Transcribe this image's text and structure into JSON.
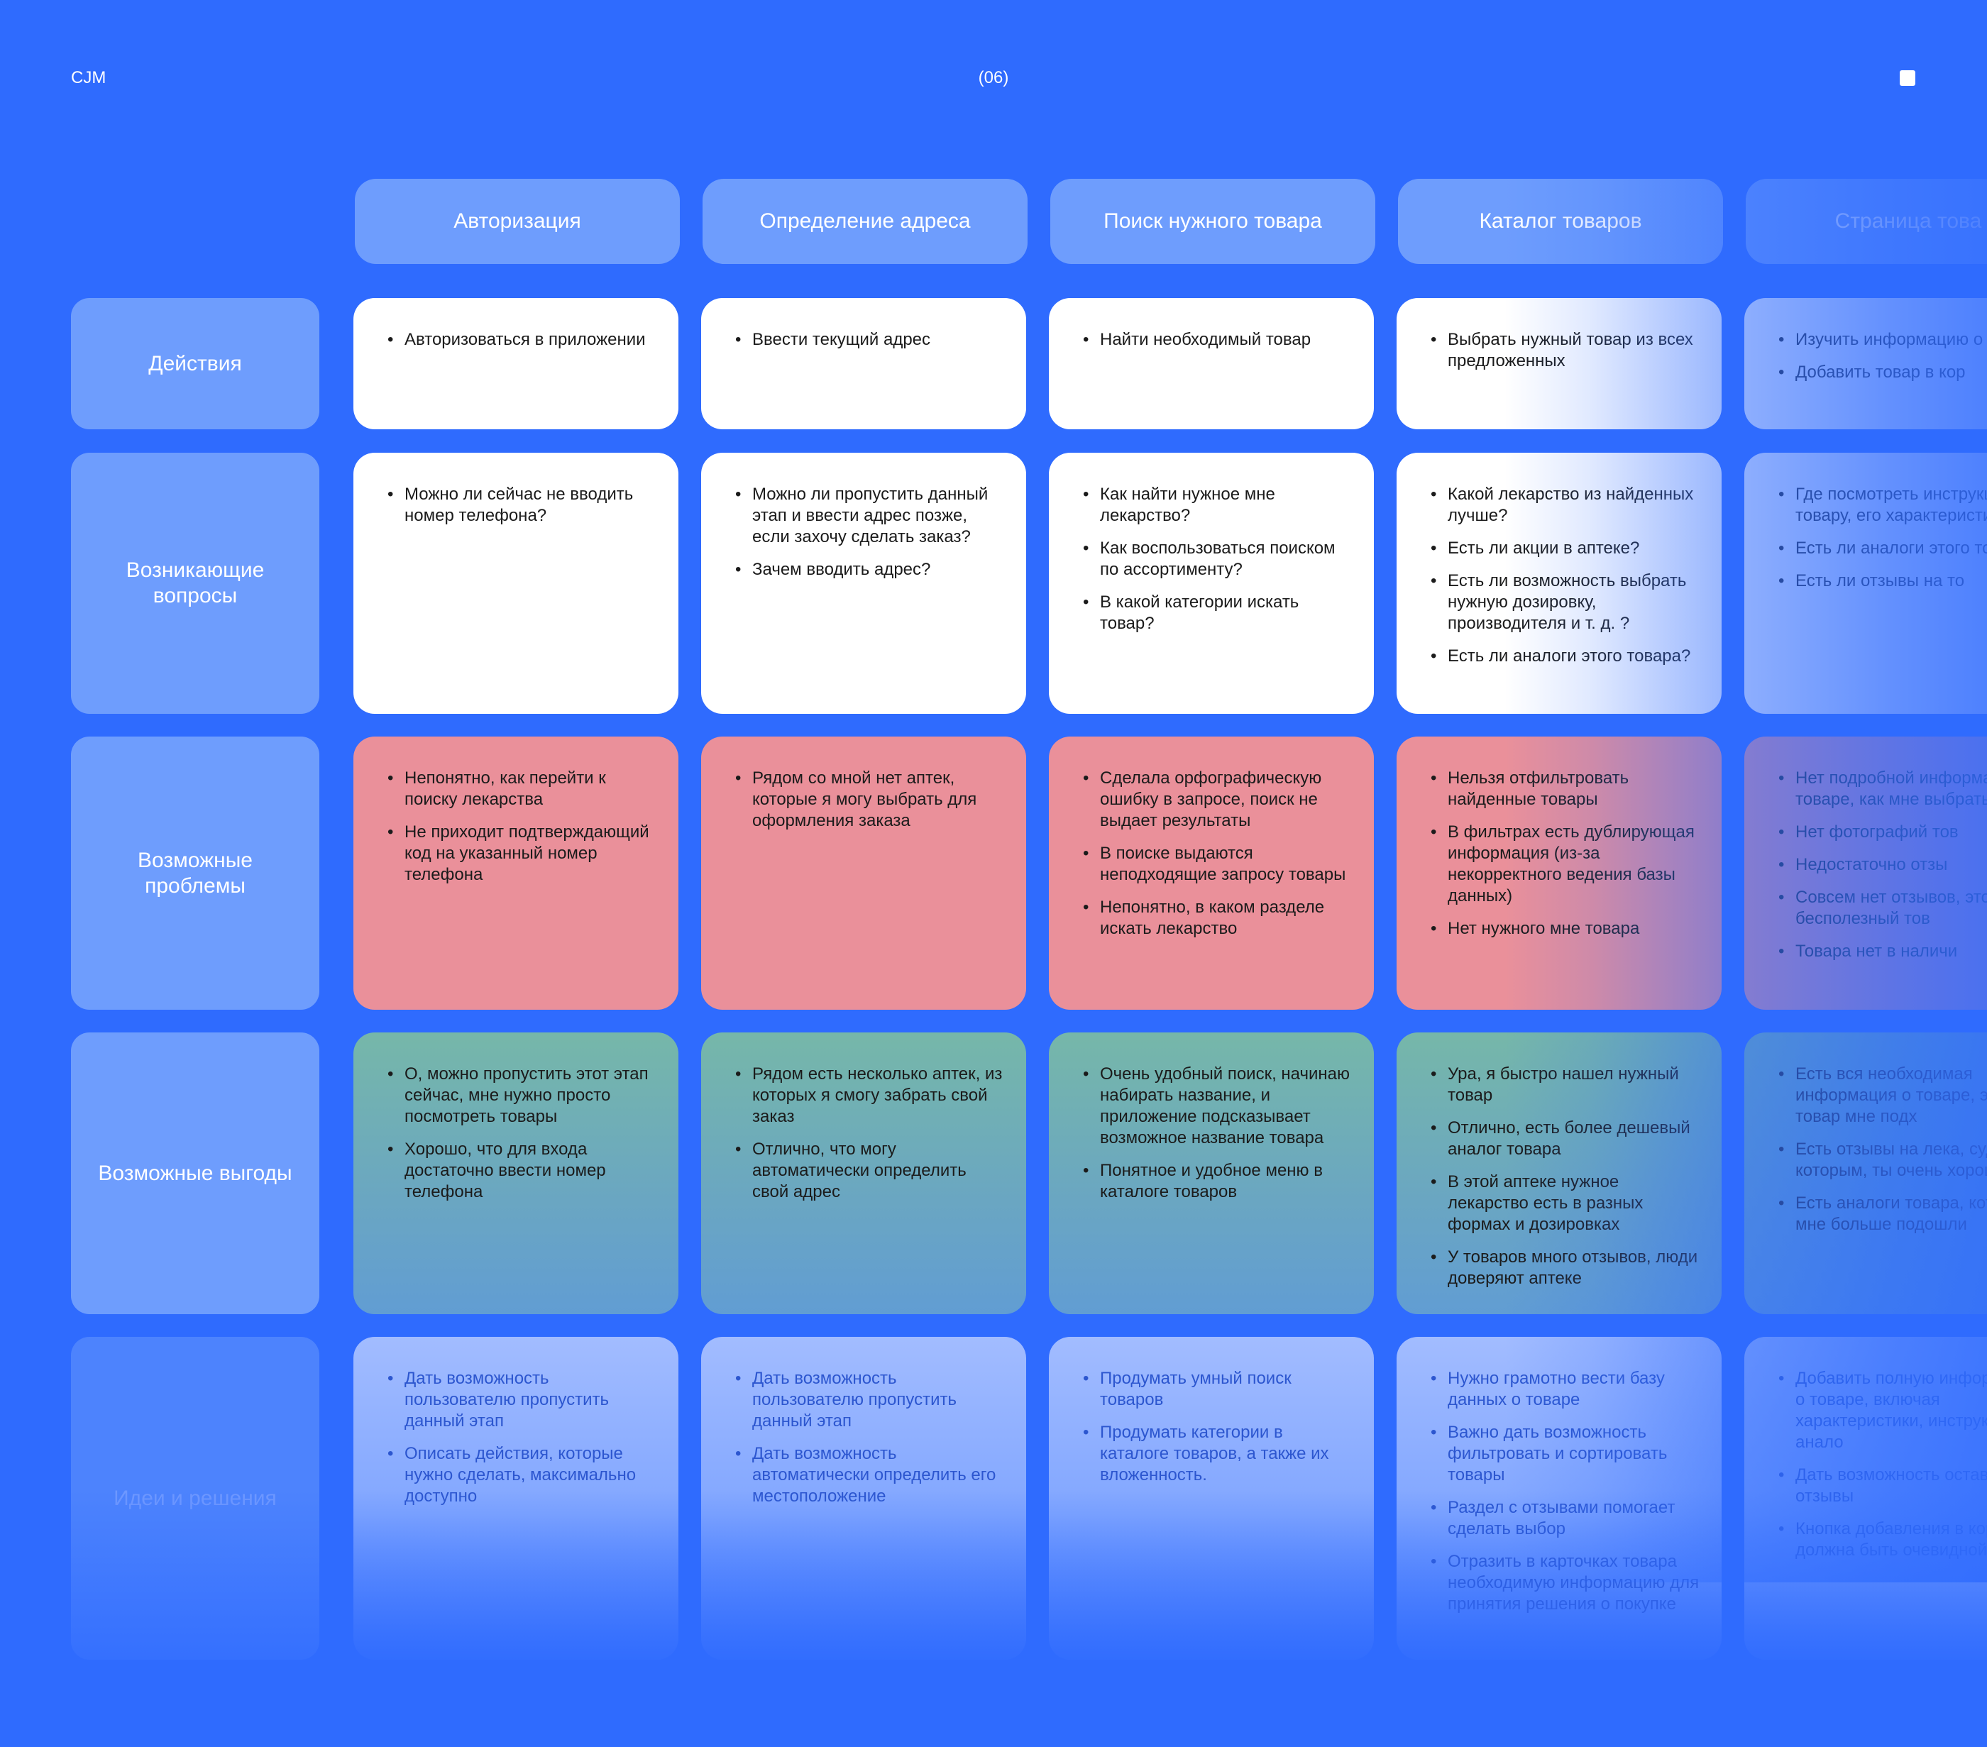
{
  "header": {
    "title": "CJM",
    "page_number": "(06)",
    "corner_icon": "square-icon"
  },
  "stages": [
    "Авторизация",
    "Определение адреса",
    "Поиск нужного товара",
    "Каталог товаров",
    "Страница това"
  ],
  "rows": {
    "actions": {
      "label": "Действия",
      "cards": [
        [
          "Авторизоваться в приложении"
        ],
        [
          "Ввести текущий адрес"
        ],
        [
          "Найти необходимый товар"
        ],
        [
          "Выбрать нужный товар из всех предложенных"
        ],
        [
          "Изучить информацию о товаре",
          "Добавить товар в кор"
        ]
      ]
    },
    "questions": {
      "label": "Возникающие вопросы",
      "cards": [
        [
          "Можно ли сейчас не вводить номер телефона?"
        ],
        [
          "Можно ли пропустить данный этап и ввести адрес позже, если захочу сделать заказ?",
          "Зачем вводить адрес?"
        ],
        [
          "Как найти нужное мне лекарство?",
          "Как воспользоваться поиском по ассортименту?",
          "В какой категории искать товар?"
        ],
        [
          "Какой лекарство из найденных лучше?",
          "Есть ли акции в аптеке?",
          "Есть ли возможность выбрать нужную дозировку, производителя и т. д. ?",
          "Есть ли аналоги этого товара?"
        ],
        [
          "Где посмотреть инструкцию к товару, его характеристики?",
          "Есть ли аналоги этого товара?",
          "Есть ли отзывы на то"
        ]
      ]
    },
    "problems": {
      "label": "Возможные проблемы",
      "cards": [
        [
          "Непонятно, как перейти к поиску лекарства",
          "Не приходит подтверждающий код на указанный номер телефона"
        ],
        [
          "Рядом со мной нет аптек, которые я могу выбрать для оформления заказа"
        ],
        [
          "Сделала орфографическую ошибку в запросе, поиск не выдает результаты",
          "В поиске выдаются неподходящие запросу товары",
          "Непонятно, в каком разделе искать лекарство"
        ],
        [
          "Нельзя отфильтровать найденные товары",
          "В фильтрах есть дублирующая информация (из-за некорректного ведения базы данных)",
          "Нет нужного мне товара"
        ],
        [
          "Нет подробной информации о товаре, как мне выбрать тов",
          "Нет фотографий тов",
          "Недостаточно отзы",
          "Совсем нет отзывов, это бесполезный тов",
          "Товара нет в наличи"
        ]
      ]
    },
    "benefits": {
      "label": "Возможные выгоды",
      "cards": [
        [
          "О, можно пропустить этот этап сейчас, мне нужно просто посмотреть товары",
          "Хорошо, что для входа достаточно ввести номер телефона"
        ],
        [
          "Рядом есть несколько аптек, из которых я смогу забрать свой заказ",
          "Отлично, что могу автоматически определить свой адрес"
        ],
        [
          "Очень удобный поиск, начинаю набирать название, и приложение подсказывает возможное название товара",
          "Понятное и удобное меню в каталоге товаров"
        ],
        [
          "Ура, я быстро нашел нужный товар",
          "Отлично, есть более дешевый аналог товара",
          "В этой аптеке нужное лекарство есть в разных формах и дозировках",
          "У товаров много отзывов, люди доверяют аптеке"
        ],
        [
          "Есть вся необходимая информация о товаре, этот товар мне подх",
          "Есть отзывы на лека, судя по которым, ты очень хороший",
          "Есть аналоги товара, которые мне больше подошли"
        ]
      ]
    },
    "ideas": {
      "label": "Идеи и решения",
      "cards": [
        [
          "Дать возможность пользователю пропустить данный этап",
          "Описать действия, которые нужно сделать, максимально доступно"
        ],
        [
          "Дать возможность пользователю пропустить данный этап",
          "Дать возможность автоматически определить его местоположение"
        ],
        [
          "Продумать умный поиск товаров",
          "Продумать категории в каталоге товаров, а также их вложенность."
        ],
        [
          "Нужно грамотно вести базу данных о товаре",
          "Важно дать возможность фильтровать и сортировать товары",
          "Раздел с отзывами помогает сделать выбор",
          "Отразить в карточках товара необходимую информацию для принятия решения о покупке"
        ],
        [
          "Добавить полную информацию о товаре, включая характеристики, инструкции и анало",
          "Дать возможность оставлять отзывы",
          "Кнопка добавления в корзину должна быть очевидной"
        ]
      ]
    }
  }
}
